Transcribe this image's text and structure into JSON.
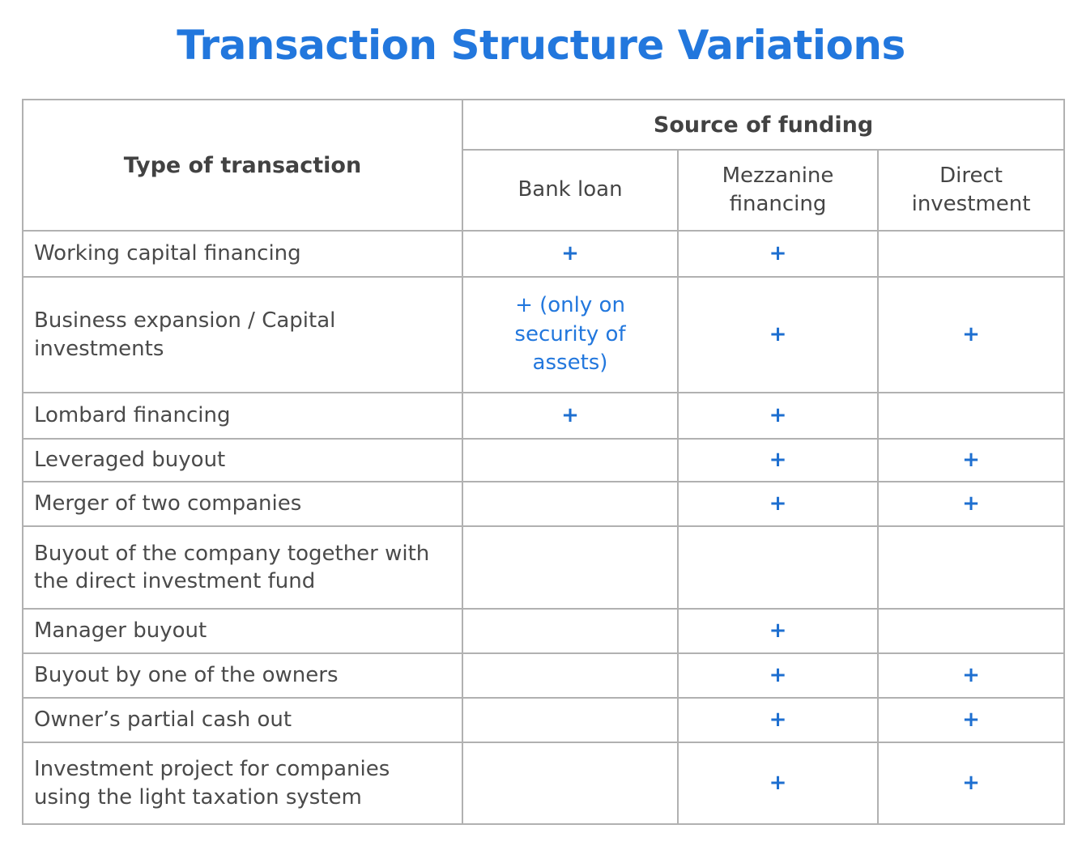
{
  "title": "Transaction Structure Variations",
  "accent_colors": {
    "title_blue": "#2277dd",
    "plus_blue": "#1e6fd0",
    "text_gray": "#4a4a4a",
    "border_gray": "#b1b1b1"
  },
  "chart_data": {
    "type": "table",
    "title": "Transaction Structure Variations",
    "corner_header": "Type of transaction",
    "group_header": "Source of funding",
    "columns": [
      "Bank loan",
      "Mezzanine financing",
      "Direct investment"
    ],
    "rows": [
      {
        "label": "Working capital financing",
        "cells": [
          "+",
          "+",
          ""
        ]
      },
      {
        "label": "Business expansion / Capital investments",
        "cells": [
          "+ (only on security of assets)",
          "+",
          "+"
        ]
      },
      {
        "label": "Lombard financing",
        "cells": [
          "+",
          "+",
          ""
        ]
      },
      {
        "label": "Leveraged buyout",
        "cells": [
          "",
          "+",
          "+"
        ]
      },
      {
        "label": "Merger of two companies",
        "cells": [
          "",
          "+",
          "+"
        ]
      },
      {
        "label": "Buyout of the company together with the direct investment fund",
        "cells": [
          "",
          "",
          ""
        ]
      },
      {
        "label": "Manager buyout",
        "cells": [
          "",
          "+",
          ""
        ]
      },
      {
        "label": "Buyout by one of the owners",
        "cells": [
          "",
          "+",
          "+"
        ]
      },
      {
        "label": "Owner’s partial cash out",
        "cells": [
          "",
          "+",
          "+"
        ]
      },
      {
        "label": "Investment project for companies using the light taxation system",
        "cells": [
          "",
          "+",
          "+"
        ]
      }
    ]
  }
}
